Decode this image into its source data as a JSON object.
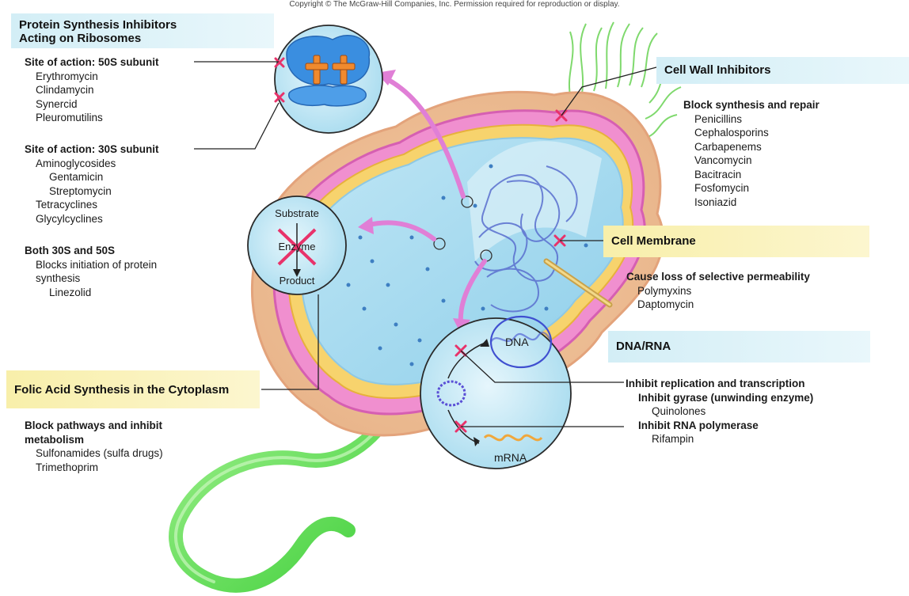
{
  "copyright": "Copyright © The McGraw-Hill Companies, Inc. Permission required for reproduction or display.",
  "colors": {
    "blue_banner": "#d7f0f7",
    "yellow_banner": "#f9f0b0",
    "inhibit_mark": "#e8326a",
    "flagellum": "#5bd94a",
    "cytoplasm": "#9fd8ef"
  },
  "protein": {
    "banner": [
      "Protein Synthesis Inhibitors",
      "Acting on Ribosomes"
    ],
    "s50": {
      "heading": "Site of action: 50S subunit",
      "drugs": [
        "Erythromycin",
        "Clindamycin",
        "Synercid",
        "Pleuromutilins"
      ]
    },
    "s30": {
      "heading": "Site of action: 30S subunit",
      "group1": "Aminoglycosides",
      "sub1": "Gentamicin",
      "sub2": "Streptomycin",
      "group2": "Tetracyclines",
      "group3": "Glycylcyclines"
    },
    "both": {
      "heading": "Both 30S and 50S",
      "line1": "Blocks initiation of protein",
      "line2": "synthesis",
      "drug": "Linezolid"
    }
  },
  "cellwall": {
    "banner": "Cell Wall Inhibitors",
    "heading": "Block synthesis and repair",
    "drugs": [
      "Penicillins",
      "Cephalosporins",
      "Carbapenems",
      "Vancomycin",
      "Bacitracin",
      "Fosfomycin",
      "Isoniazid"
    ]
  },
  "membrane": {
    "banner": "Cell Membrane",
    "heading": "Cause loss of selective permeability",
    "drugs": [
      "Polymyxins",
      "Daptomycin"
    ]
  },
  "dnarna": {
    "banner": "DNA/RNA",
    "heading": "Inhibit replication and transcription",
    "sub1": "Inhibit gyrase (unwinding enzyme)",
    "drug1": "Quinolones",
    "sub2": "Inhibit RNA polymerase",
    "drug2": "Rifampin"
  },
  "folic": {
    "banner": "Folic Acid Synthesis in the Cytoplasm",
    "heading1": "Block pathways and inhibit",
    "heading2": "metabolism",
    "drugs": [
      "Sulfonamides (sulfa drugs)",
      "Trimethoprim"
    ]
  },
  "enzyme_circle": {
    "substrate": "Substrate",
    "enzyme": "Enzyme",
    "product": "Product"
  },
  "dna_circle": {
    "dna": "DNA",
    "mrna": "mRNA"
  }
}
